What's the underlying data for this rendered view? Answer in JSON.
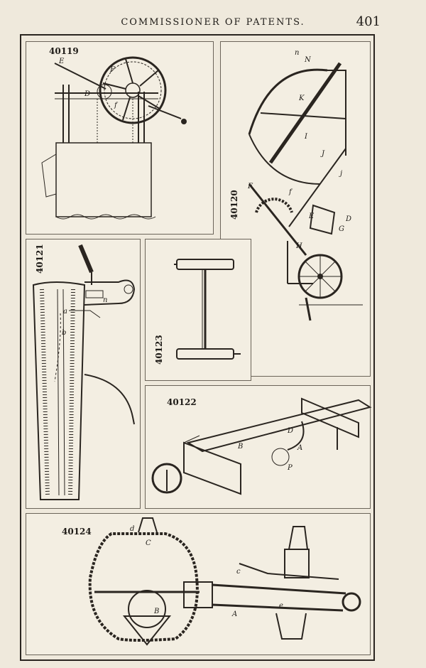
{
  "header": {
    "title": "COMMISSIONER OF PATENTS.",
    "page_number": "401"
  },
  "figures": [
    {
      "number": "40119",
      "labels": [
        "E",
        "F",
        "D",
        "f"
      ]
    },
    {
      "number": "40120",
      "labels": [
        "n",
        "N",
        "K",
        "I",
        "F",
        "f",
        "J",
        "j",
        "H",
        "E",
        "G",
        "D"
      ]
    },
    {
      "number": "40121",
      "labels": [
        "b",
        "a",
        "n"
      ]
    },
    {
      "number": "40123"
    },
    {
      "number": "40122",
      "labels": [
        "B",
        "D",
        "A",
        "P"
      ]
    },
    {
      "number": "40124",
      "labels": [
        "d",
        "C",
        "B",
        "A",
        "c",
        "e"
      ]
    }
  ]
}
